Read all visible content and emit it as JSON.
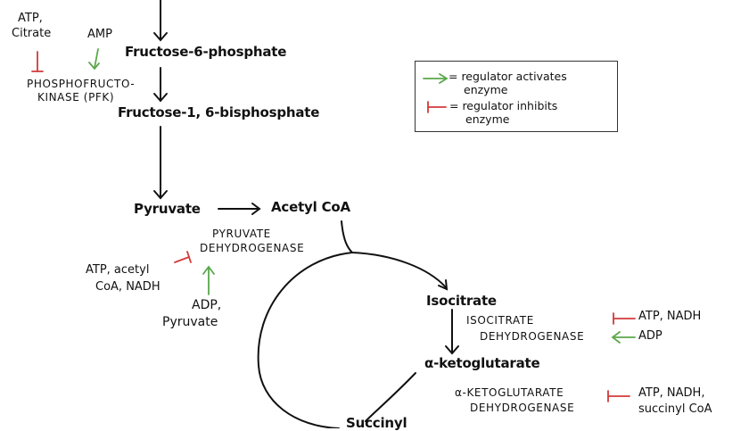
{
  "colors": {
    "activates": "#5aa84a",
    "inhibits": "#d23a3a",
    "ink": "#111111"
  },
  "metabolites": {
    "f6p": "Fructose-6-phosphate",
    "f16bp": "Fructose-1, 6-bisphosphate",
    "pyruvate": "Pyruvate",
    "acetyl_coa": "Acetyl CoA",
    "isocitrate": "Isocitrate",
    "akg": "α-ketoglutarate",
    "succinyl": "Succinyl"
  },
  "enzymes": {
    "pfk": [
      "PHOSPHOFRUCTO-",
      "KINASE (PFK)"
    ],
    "pdh": [
      "PYRUVATE",
      "DEHYDROGENASE"
    ],
    "idh": [
      "ISOCITRATE",
      "DEHYDROGENASE"
    ],
    "akgdh": [
      "α-KETOGLUTARATE",
      "DEHYDROGENASE"
    ]
  },
  "regulators": {
    "pfk_inhibitors": [
      "ATP,",
      "Citrate"
    ],
    "pfk_activator": "AMP",
    "pdh_inhibitors": [
      "ATP, acetyl",
      "CoA, NADH"
    ],
    "pdh_activators": [
      "ADP,",
      "Pyruvate"
    ],
    "idh_inhibitors": "ATP, NADH",
    "idh_activator": "ADP",
    "akgdh_inhibitors": [
      "ATP, NADH,",
      "succinyl CoA"
    ]
  },
  "legend": {
    "activates": [
      "= regulator activates",
      "enzyme"
    ],
    "inhibits": [
      "= regulator inhibits",
      "enzyme"
    ]
  }
}
